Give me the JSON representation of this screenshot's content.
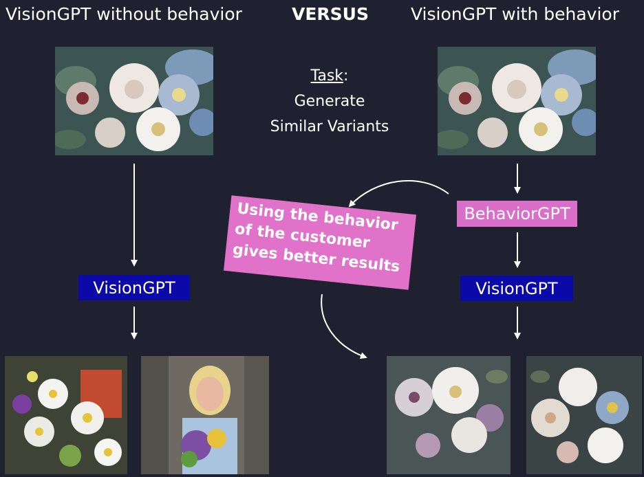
{
  "header": {
    "left": "VisionGPT without behavior",
    "middle": "VERSUS",
    "right": "VisionGPT with behavior"
  },
  "task": {
    "label": "Task",
    "colon": ":",
    "line1": "Generate",
    "line2": "Similar Variants"
  },
  "boxes": {
    "vision_left": "VisionGPT",
    "behavior": "BehaviorGPT",
    "vision_right": "VisionGPT"
  },
  "callout": {
    "line1": "Using the behavior",
    "line2": "of the customer",
    "line3": "gives better results"
  },
  "colors": {
    "background": "#1f2130",
    "vision_box": "#0b0aa8",
    "behavior_box": "#d96fc8",
    "callout": "#e072c9"
  },
  "images": {
    "source_left": "floral-painting",
    "source_right": "floral-painting",
    "output_left_1": "daisy-bouquet-photo",
    "output_left_2": "woman-holding-bouquet-photo",
    "output_right_1": "pale-floral-arrangement",
    "output_right_2": "white-and-blue-flowers"
  }
}
